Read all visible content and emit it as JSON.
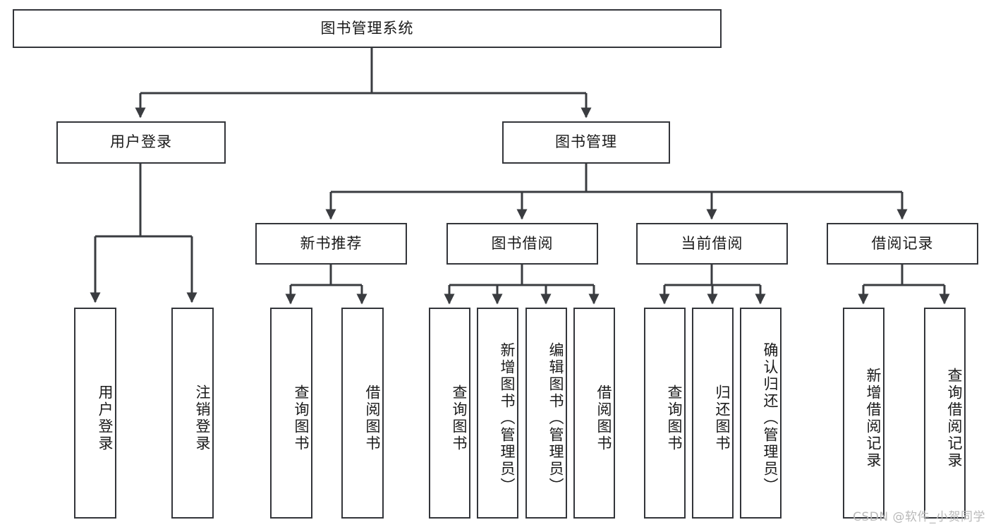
{
  "diagram": {
    "title_node": {
      "label": "图书管理系统"
    },
    "level2": [
      {
        "id": "user-login",
        "label": "用户登录"
      },
      {
        "id": "book-manage",
        "label": "图书管理"
      }
    ],
    "level3": [
      {
        "id": "new-book-recommend",
        "label": "新书推荐"
      },
      {
        "id": "book-borrow",
        "label": "图书借阅"
      },
      {
        "id": "current-borrow",
        "label": "当前借阅"
      },
      {
        "id": "borrow-record",
        "label": "借阅记录"
      }
    ],
    "leaves": {
      "user_login": [
        {
          "id": "leaf-user-login",
          "label": "用户登录"
        },
        {
          "id": "leaf-logout-login",
          "label": "注销登录"
        }
      ],
      "new_book_recommend": [
        {
          "id": "leaf-query-book-1",
          "label": "查询图书"
        },
        {
          "id": "leaf-borrow-book-1",
          "label": "借阅图书"
        }
      ],
      "book_borrow": [
        {
          "id": "leaf-query-book-2",
          "label": "查询图书"
        },
        {
          "id": "leaf-add-book",
          "label": "新增图书（管理员）"
        },
        {
          "id": "leaf-edit-book",
          "label": "编辑图书（管理员）"
        },
        {
          "id": "leaf-borrow-book-2",
          "label": "借阅图书"
        }
      ],
      "current_borrow": [
        {
          "id": "leaf-query-book-3",
          "label": "查询图书"
        },
        {
          "id": "leaf-return-book",
          "label": "归还图书"
        },
        {
          "id": "leaf-confirm-return",
          "label": "确认归还（管理员）"
        }
      ],
      "borrow_record": [
        {
          "id": "leaf-add-record",
          "label": "新增借阅记录"
        },
        {
          "id": "leaf-query-record",
          "label": "查询借阅记录"
        }
      ]
    }
  },
  "watermark": {
    "text": "CSDN @软件_小贺同学"
  },
  "colors": {
    "border": "#33353a",
    "connector": "#3a3c40",
    "background": "#ffffff",
    "text": "#1a1a1a",
    "watermark": "#b9b9b9"
  }
}
